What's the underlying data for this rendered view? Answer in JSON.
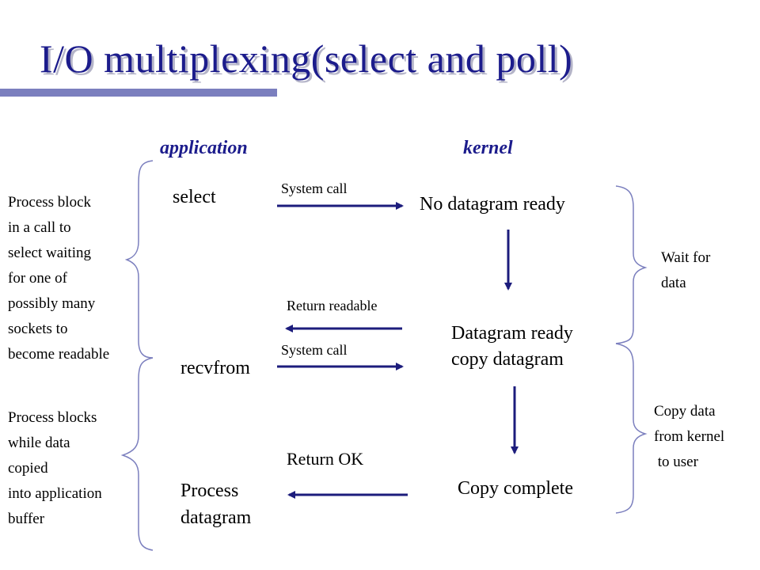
{
  "title": "I/O multiplexing(select and poll)",
  "columns": {
    "application": "application",
    "kernel": "kernel"
  },
  "app": {
    "select": "select",
    "recvfrom": "recvfrom",
    "process": "Process\ndatagram"
  },
  "kernel": {
    "no_datagram": "No datagram ready",
    "datagram_ready": "Datagram ready\ncopy datagram",
    "copy_complete": "Copy complete"
  },
  "arrows": {
    "system_call_1": "System call",
    "return_readable": "Return readable",
    "system_call_2": "System call",
    "return_ok": "Return OK"
  },
  "left_notes": {
    "block_select": "Process block\nin a call to\nselect waiting\nfor one of\npossibly many\nsockets to\nbecome readable",
    "block_copy": "Process blocks\nwhile data\ncopied\ninto application\nbuffer"
  },
  "right_notes": {
    "wait": "Wait for\ndata",
    "copy": "Copy data\nfrom kernel\n to user"
  },
  "colors": {
    "title": "#1c1c8c",
    "accent_bar": "#7b7fbe",
    "arrow": "#1c1c7c",
    "brace": "#7b7fbe"
  }
}
